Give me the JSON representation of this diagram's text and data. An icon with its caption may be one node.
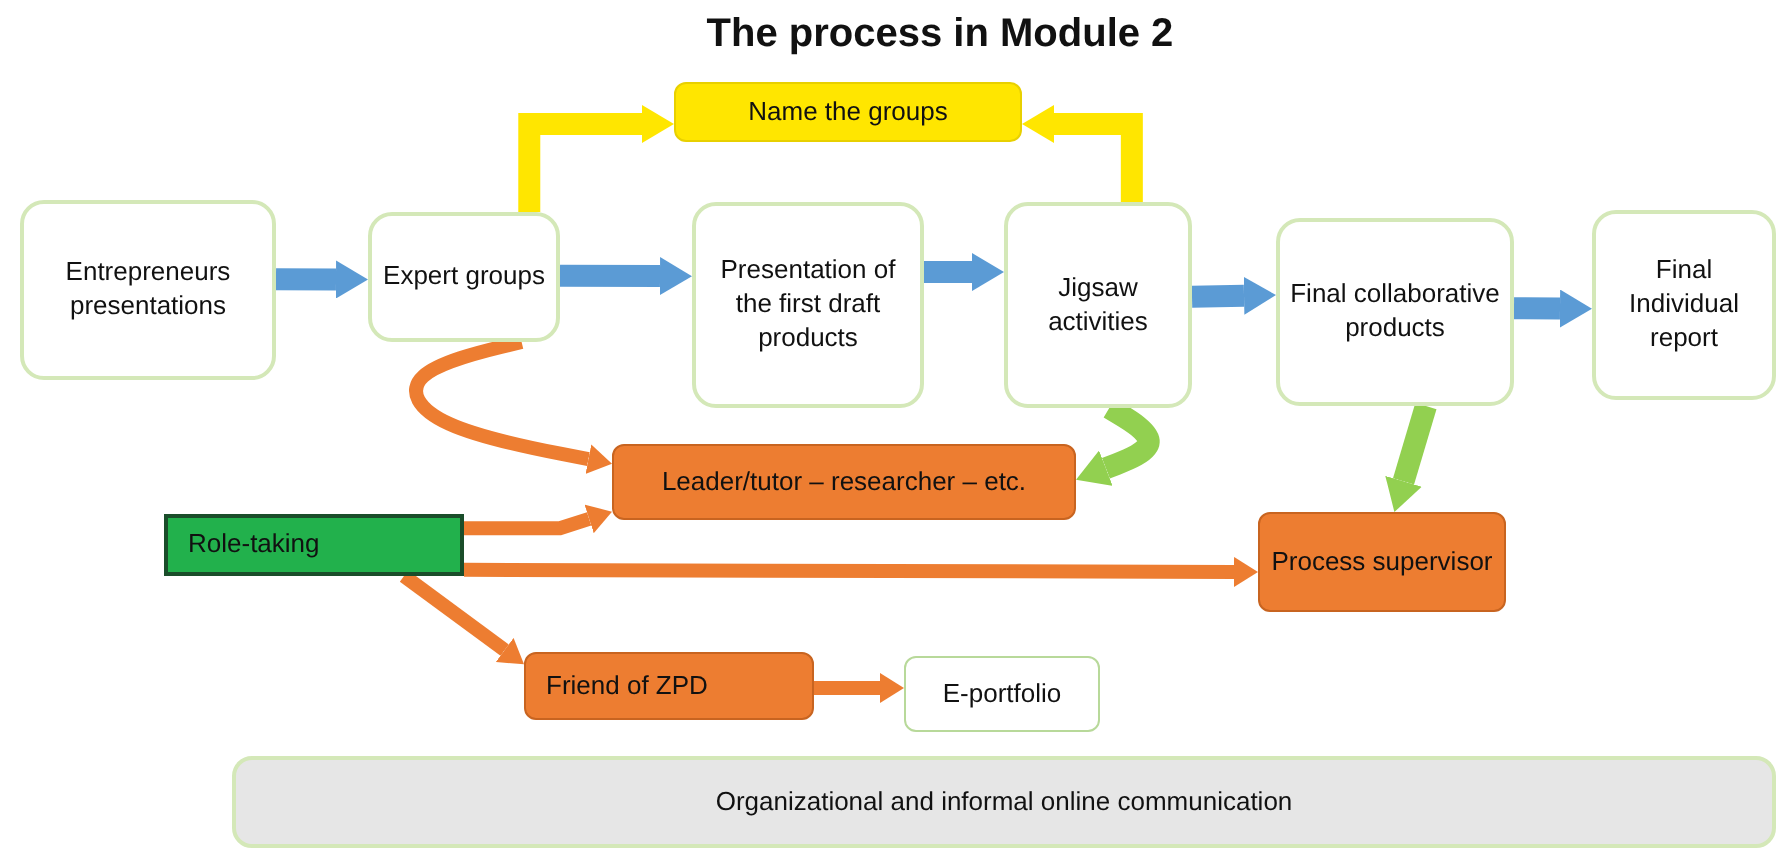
{
  "diagram": {
    "title": "The process in Module 2",
    "nodes": [
      {
        "text": [
          "Entrepreneurs presentations"
        ]
      },
      {
        "text": [
          "Expert groups"
        ]
      },
      {
        "text": [
          "Presentation of the first draft products"
        ]
      },
      {
        "text": [
          "Jigsaw activities"
        ]
      },
      {
        "text": [
          "Final collaborative products"
        ]
      },
      {
        "text": [
          "Final Individual report"
        ]
      },
      {
        "text": [
          "Name the groups"
        ]
      },
      {
        "text": [
          "Leader/tutor – researcher – etc."
        ]
      },
      {
        "text": [
          "Role-taking"
        ]
      },
      {
        "text": [
          "Process supervisor"
        ]
      },
      {
        "text": [
          "Friend of ZPD"
        ]
      },
      {
        "text": [
          "E-portfolio"
        ]
      },
      {
        "text": [
          "Organizational and informal online communication"
        ]
      }
    ],
    "edges": [
      {
        "from": 0,
        "to": 1,
        "arrow": "to"
      },
      {
        "from": 1,
        "to": 2,
        "arrow": "to"
      },
      {
        "from": 2,
        "to": 3,
        "arrow": "to"
      },
      {
        "from": 3,
        "to": 4,
        "arrow": "to"
      },
      {
        "from": 4,
        "to": 5,
        "arrow": "to"
      },
      {
        "from": 1,
        "to": 6,
        "arrow": "to",
        "color": "#ffe600"
      },
      {
        "from": 3,
        "to": 6,
        "arrow": "to",
        "color": "#ffe600"
      },
      {
        "from": 1,
        "to": 7,
        "arrow": "to",
        "color": "#ed7d31"
      },
      {
        "from": 3,
        "to": 7,
        "arrow": "to",
        "color": "#92d050"
      },
      {
        "from": 4,
        "to": 9,
        "arrow": "to",
        "color": "#92d050"
      },
      {
        "from": 8,
        "to": 7,
        "arrow": "to",
        "color": "#ed7d31"
      },
      {
        "from": 8,
        "to": 9,
        "arrow": "to",
        "color": "#ed7d31"
      },
      {
        "from": 8,
        "to": 10,
        "arrow": "to",
        "color": "#ed7d31"
      },
      {
        "from": 10,
        "to": 11,
        "arrow": "to",
        "color": "#ed7d31"
      }
    ]
  }
}
